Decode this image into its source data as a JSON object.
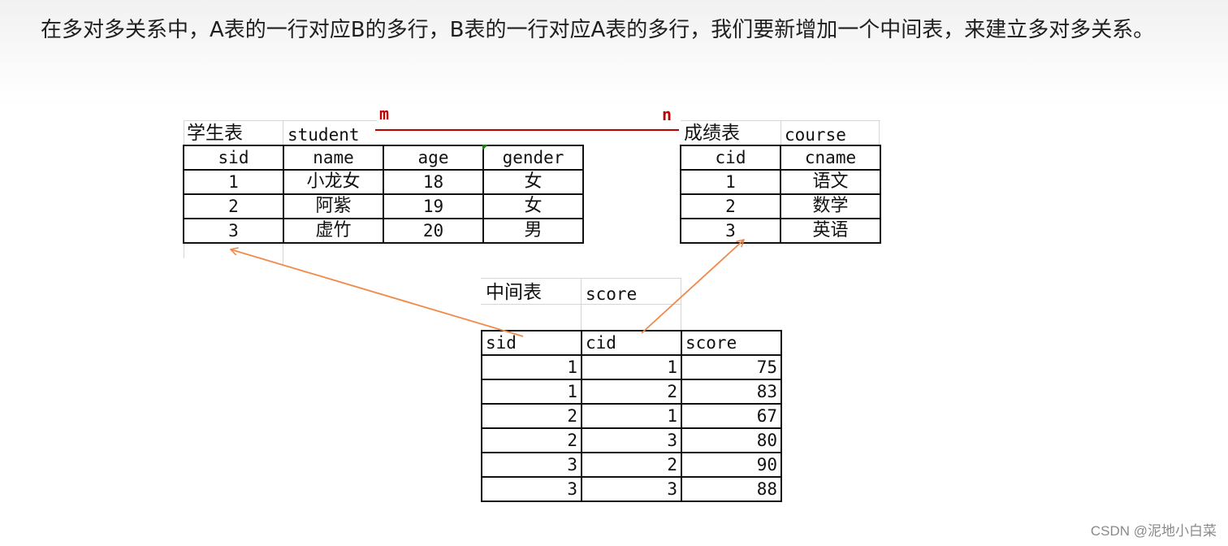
{
  "intro": "在多对多关系中，A表的一行对应B的多行，B表的一行对应A表的多行，我们要新增加一个中间表，来建立多对多关系。",
  "relation": {
    "left": "m",
    "right": "n"
  },
  "colors": {
    "relation_line": "#c00000",
    "arrow": "#f08a4b",
    "border": "#111111"
  },
  "student_table": {
    "caption_cn": "学生表",
    "caption_en": "student",
    "headers": [
      "sid",
      "name",
      "age",
      "gender"
    ],
    "rows": [
      [
        "1",
        "小龙女",
        "18",
        "女"
      ],
      [
        "2",
        "阿紫",
        "19",
        "女"
      ],
      [
        "3",
        "虚竹",
        "20",
        "男"
      ]
    ]
  },
  "course_table": {
    "caption_cn": "成绩表",
    "caption_en": "course",
    "headers": [
      "cid",
      "cname"
    ],
    "rows": [
      [
        "1",
        "语文"
      ],
      [
        "2",
        "数学"
      ],
      [
        "3",
        "英语"
      ]
    ]
  },
  "score_table": {
    "caption_cn": "中间表",
    "caption_en": "score",
    "headers": [
      "sid",
      "cid",
      "score"
    ],
    "rows": [
      [
        "1",
        "1",
        "75"
      ],
      [
        "1",
        "2",
        "83"
      ],
      [
        "2",
        "1",
        "67"
      ],
      [
        "2",
        "3",
        "80"
      ],
      [
        "3",
        "2",
        "90"
      ],
      [
        "3",
        "3",
        "88"
      ]
    ]
  },
  "watermark": "CSDN @泥地小白菜"
}
